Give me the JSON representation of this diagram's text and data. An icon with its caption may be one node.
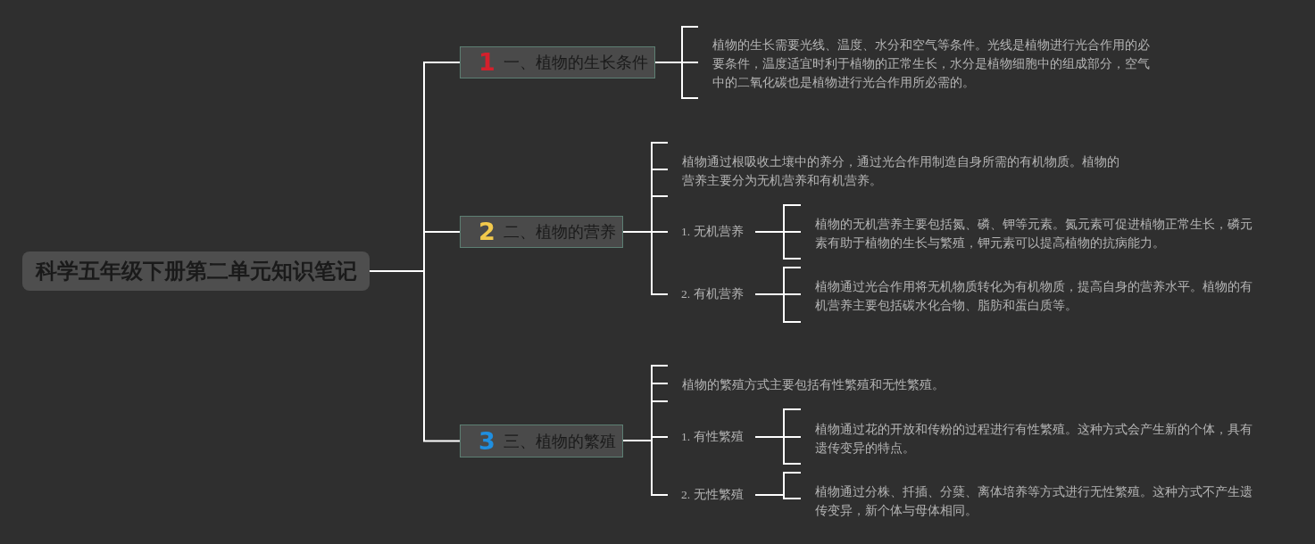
{
  "diagram": {
    "nodes": [
      {
        "text": [
          "科学五年级下册第二单元知识笔记"
        ]
      },
      {
        "text": [
          "1",
          "一、植物的生长条件"
        ]
      },
      {
        "text": [
          "植物的生长需要光线、温度、水分和空气等条件。光线是植物进行光合作用的必要条件，温度适宜时利于植物的正常生长，水分是植物细胞中的组成部分，空气中的二氧化碳也是植物进行光合作用所必需的。"
        ]
      },
      {
        "text": [
          "2",
          "二、植物的营养"
        ]
      },
      {
        "text": [
          "植物通过根吸收土壤中的养分，通过光合作用制造自身所需的有机物质。植物的营养主要分为无机营养和有机营养。"
        ]
      },
      {
        "text": [
          "1. 无机营养"
        ]
      },
      {
        "text": [
          "植物的无机营养主要包括氮、磷、钾等元素。氮元素可促进植物正常生长，磷元素有助于植物的生长与繁殖，钾元素可以提高植物的抗病能力。"
        ]
      },
      {
        "text": [
          "2. 有机营养"
        ]
      },
      {
        "text": [
          "植物通过光合作用将无机物质转化为有机物质，提高自身的营养水平。植物的有机营养主要包括碳水化合物、脂肪和蛋白质等。"
        ]
      },
      {
        "text": [
          "3",
          "三、植物的繁殖"
        ]
      },
      {
        "text": [
          "植物的繁殖方式主要包括有性繁殖和无性繁殖。"
        ]
      },
      {
        "text": [
          "1. 有性繁殖"
        ]
      },
      {
        "text": [
          "植物通过花的开放和传粉的过程进行有性繁殖。这种方式会产生新的个体，具有遗传变异的特点。"
        ]
      },
      {
        "text": [
          "2. 无性繁殖"
        ]
      },
      {
        "text": [
          "植物通过分株、扦插、分蘖、离体培养等方式进行无性繁殖。这种方式不产生遗传变异，新个体与母体相同。"
        ]
      }
    ],
    "edges": [
      {
        "from": 0,
        "to": 1,
        "arrow": "none"
      },
      {
        "from": 0,
        "to": 3,
        "arrow": "none"
      },
      {
        "from": 0,
        "to": 9,
        "arrow": "none"
      },
      {
        "from": 1,
        "to": 2,
        "arrow": "none"
      },
      {
        "from": 3,
        "to": 4,
        "arrow": "none"
      },
      {
        "from": 3,
        "to": 5,
        "arrow": "none"
      },
      {
        "from": 3,
        "to": 7,
        "arrow": "none"
      },
      {
        "from": 5,
        "to": 6,
        "arrow": "none"
      },
      {
        "from": 7,
        "to": 8,
        "arrow": "none"
      },
      {
        "from": 9,
        "to": 10,
        "arrow": "none"
      },
      {
        "from": 9,
        "to": 11,
        "arrow": "none"
      },
      {
        "from": 9,
        "to": 13,
        "arrow": "none"
      },
      {
        "from": 11,
        "to": 12,
        "arrow": "none"
      },
      {
        "from": 13,
        "to": 14,
        "arrow": "none"
      }
    ]
  }
}
